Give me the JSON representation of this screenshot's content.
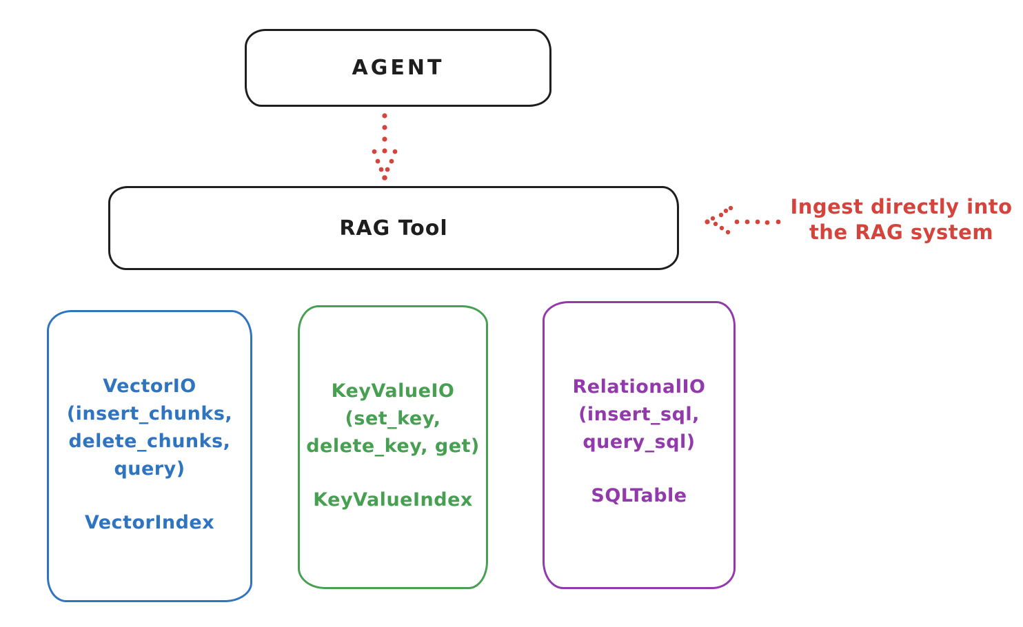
{
  "diagram": {
    "title_box": {
      "label": "AGENT"
    },
    "rag_tool_box": {
      "label": "RAG Tool"
    },
    "annotation": {
      "line1": "Ingest directly into",
      "line2": "the RAG system"
    },
    "storage_boxes": [
      {
        "name": "vector-io",
        "lines": [
          "VectorIO",
          "(insert_chunks,",
          "delete_chunks,",
          "query)"
        ],
        "index_label": "VectorIndex",
        "color": "#2f74c0"
      },
      {
        "name": "keyvalue-io",
        "lines": [
          "KeyValueIO",
          "(set_key,",
          "delete_key, get)"
        ],
        "index_label": "KeyValueIndex",
        "color": "#479f52"
      },
      {
        "name": "relational-io",
        "lines": [
          "RelationalIO",
          "(insert_sql,",
          "query_sql)"
        ],
        "index_label": "SQLTable",
        "color": "#9239ac"
      }
    ],
    "colors": {
      "stroke": "#1e1e1e",
      "red": "#d4443c",
      "blue": "#2f74c0",
      "green": "#479f52",
      "purple": "#9239ac"
    },
    "icons": {
      "arrow_down": "dotted-arrow-down",
      "arrow_left": "dotted-arrow-left"
    }
  }
}
